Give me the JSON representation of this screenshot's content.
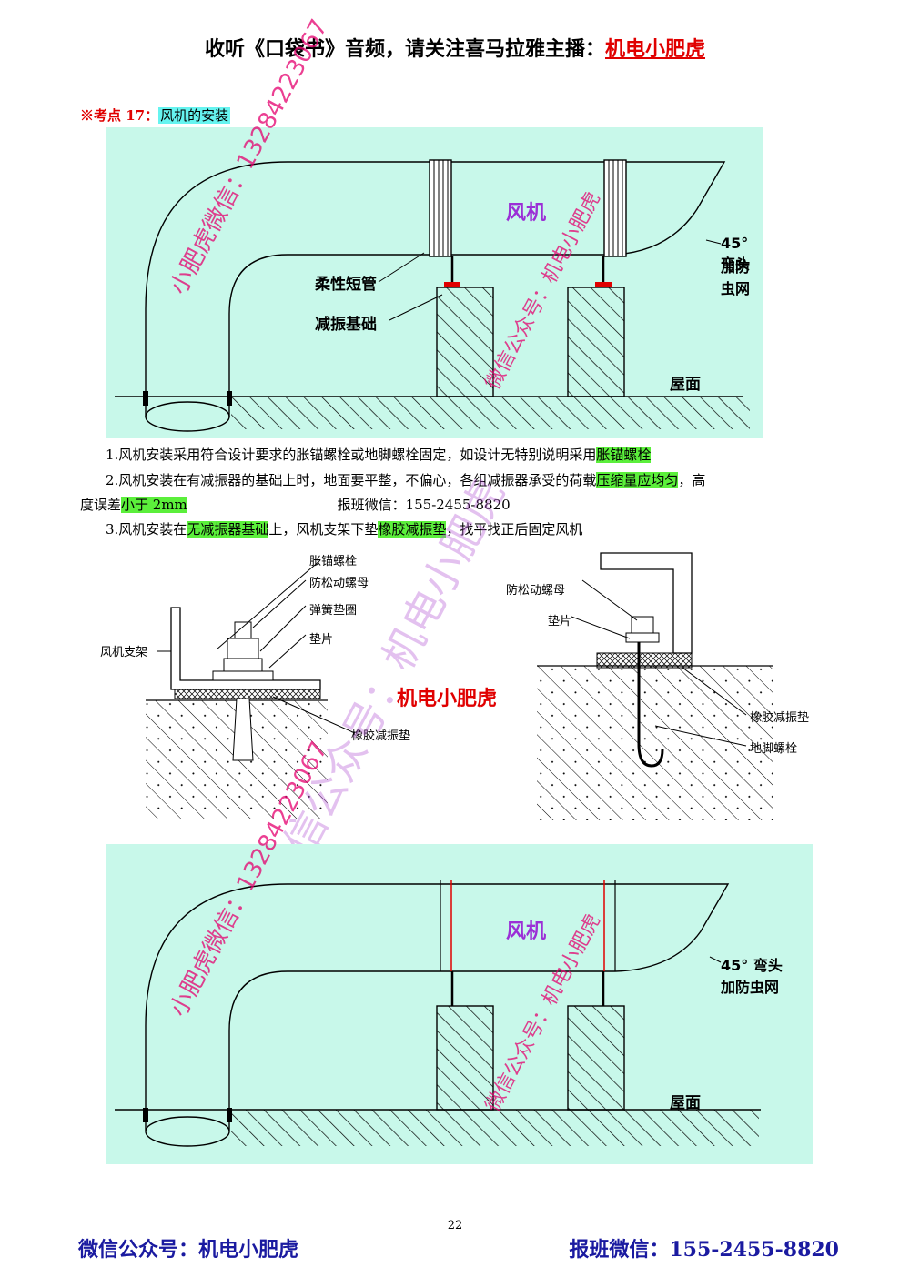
{
  "header": {
    "prefix": "收听《口袋书》音频，请关注喜马拉雅主播：",
    "host": "机电小肥虎"
  },
  "section": {
    "prefix": "※考点 17：",
    "title": "风机的安装"
  },
  "diagram1": {
    "fan_label": "风机",
    "elbow_label_1": "45° 弯头",
    "elbow_label_2": "加防虫网",
    "flex_label": "柔性短管",
    "base_label": "减振基础",
    "roof_label": "屋面"
  },
  "watermarks": {
    "phone": "小肥虎微信：13284223067",
    "account": "微信公众号：机电小肥虎",
    "brand": "机电小肥虎",
    "big": "微信公众号：机电小肥虎"
  },
  "points": {
    "p1_text": "1.风机安装采用符合设计要求的胀锚螺栓或地脚螺栓固定，如设计无特别说明采用",
    "p1_hl": "胀锚螺栓",
    "p2_text": "2.风机安装在有减振器的基础上时，地面要平整，不偏心，各组减振器承受的荷载",
    "p2_hl": "压缩量应均匀",
    "p2_tail": "，高",
    "p2b_text": "度误差",
    "p2b_hl": "小于 2mm",
    "p2b_contact": "报班微信：155-2455-8820",
    "p3_a": "3.风机安装在",
    "p3_hl1": "无减振器基础",
    "p3_b": "上，风机支架下垫",
    "p3_hl2": "橡胶减振垫",
    "p3_c": "，找平找正后固定风机"
  },
  "diagram2": {
    "left": {
      "bolt": "胀锚螺栓",
      "nut": "防松动螺母",
      "washer_spring": "弹簧垫圈",
      "washer": "垫片",
      "bracket": "风机支架",
      "pad": "橡胶减振垫"
    },
    "center": "机电小肥虎",
    "right": {
      "nut": "防松动螺母",
      "washer": "垫片",
      "pad": "橡胶减振垫",
      "bolt": "地脚螺栓"
    }
  },
  "diagram3": {
    "fan_label": "风机",
    "elbow_label_1": "45° 弯头",
    "elbow_label_2": "加防虫网",
    "roof_label": "屋面"
  },
  "page_number": "22",
  "footer": {
    "left": "微信公众号：机电小肥虎",
    "right": "报班微信：155-2455-8820"
  },
  "colors": {
    "panel": "#c8f8ea",
    "highlight": "#5bef3b",
    "title_red": "#e00000",
    "watermark": "#e5006e",
    "footer": "#1a1aa0"
  }
}
